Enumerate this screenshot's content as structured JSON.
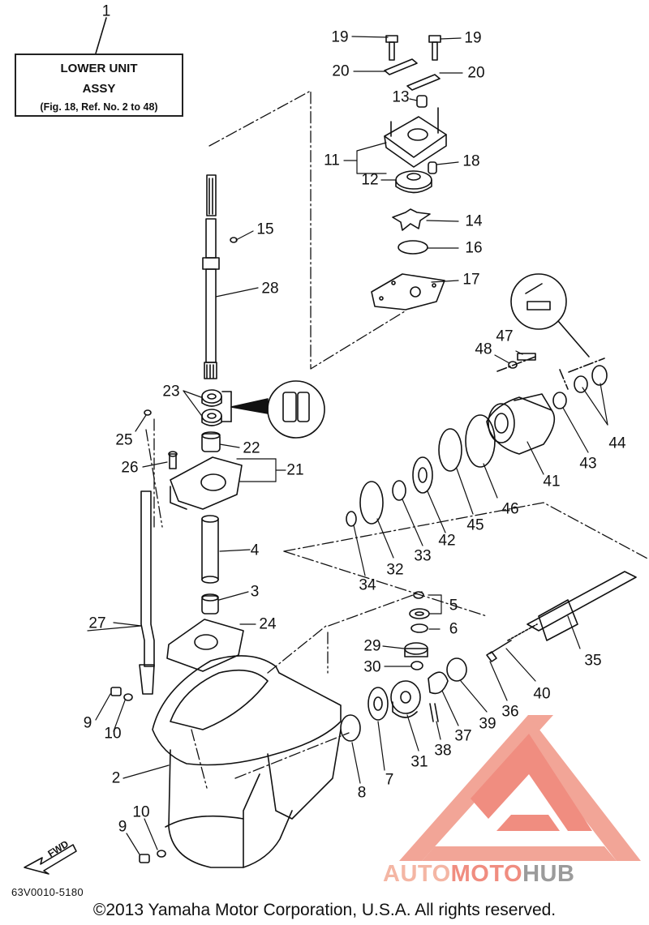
{
  "title_box": {
    "ref": "1",
    "line1": "LOWER UNIT",
    "line2": "ASSY",
    "line3": "(Fig. 18, Ref. No. 2 to 48)"
  },
  "part_labels": [
    "19",
    "19",
    "20",
    "20",
    "13",
    "11",
    "18",
    "12",
    "14",
    "16",
    "15",
    "17",
    "28",
    "47",
    "48",
    "23",
    "44",
    "43",
    "25",
    "41",
    "22",
    "21",
    "26",
    "46",
    "45",
    "42",
    "33",
    "32",
    "4",
    "34",
    "3",
    "5",
    "27",
    "24",
    "6",
    "35",
    "29",
    "40",
    "30",
    "36",
    "39",
    "37",
    "9",
    "10",
    "38",
    "31",
    "7",
    "8",
    "2",
    "10",
    "9"
  ],
  "fwd_label": "FWD",
  "part_code": "63V0010-5180",
  "copyright": "©2013 Yamaha Motor Corporation, U.S.A. All rights reserved.",
  "watermark": {
    "part1": "AUTO",
    "part2": "MOTO",
    "part3": "HUB"
  },
  "colors": {
    "ink": "#111111",
    "watermark_light": "#f4b6a4",
    "watermark_red": "#f08d80",
    "watermark_gray": "#9b9b9b"
  }
}
